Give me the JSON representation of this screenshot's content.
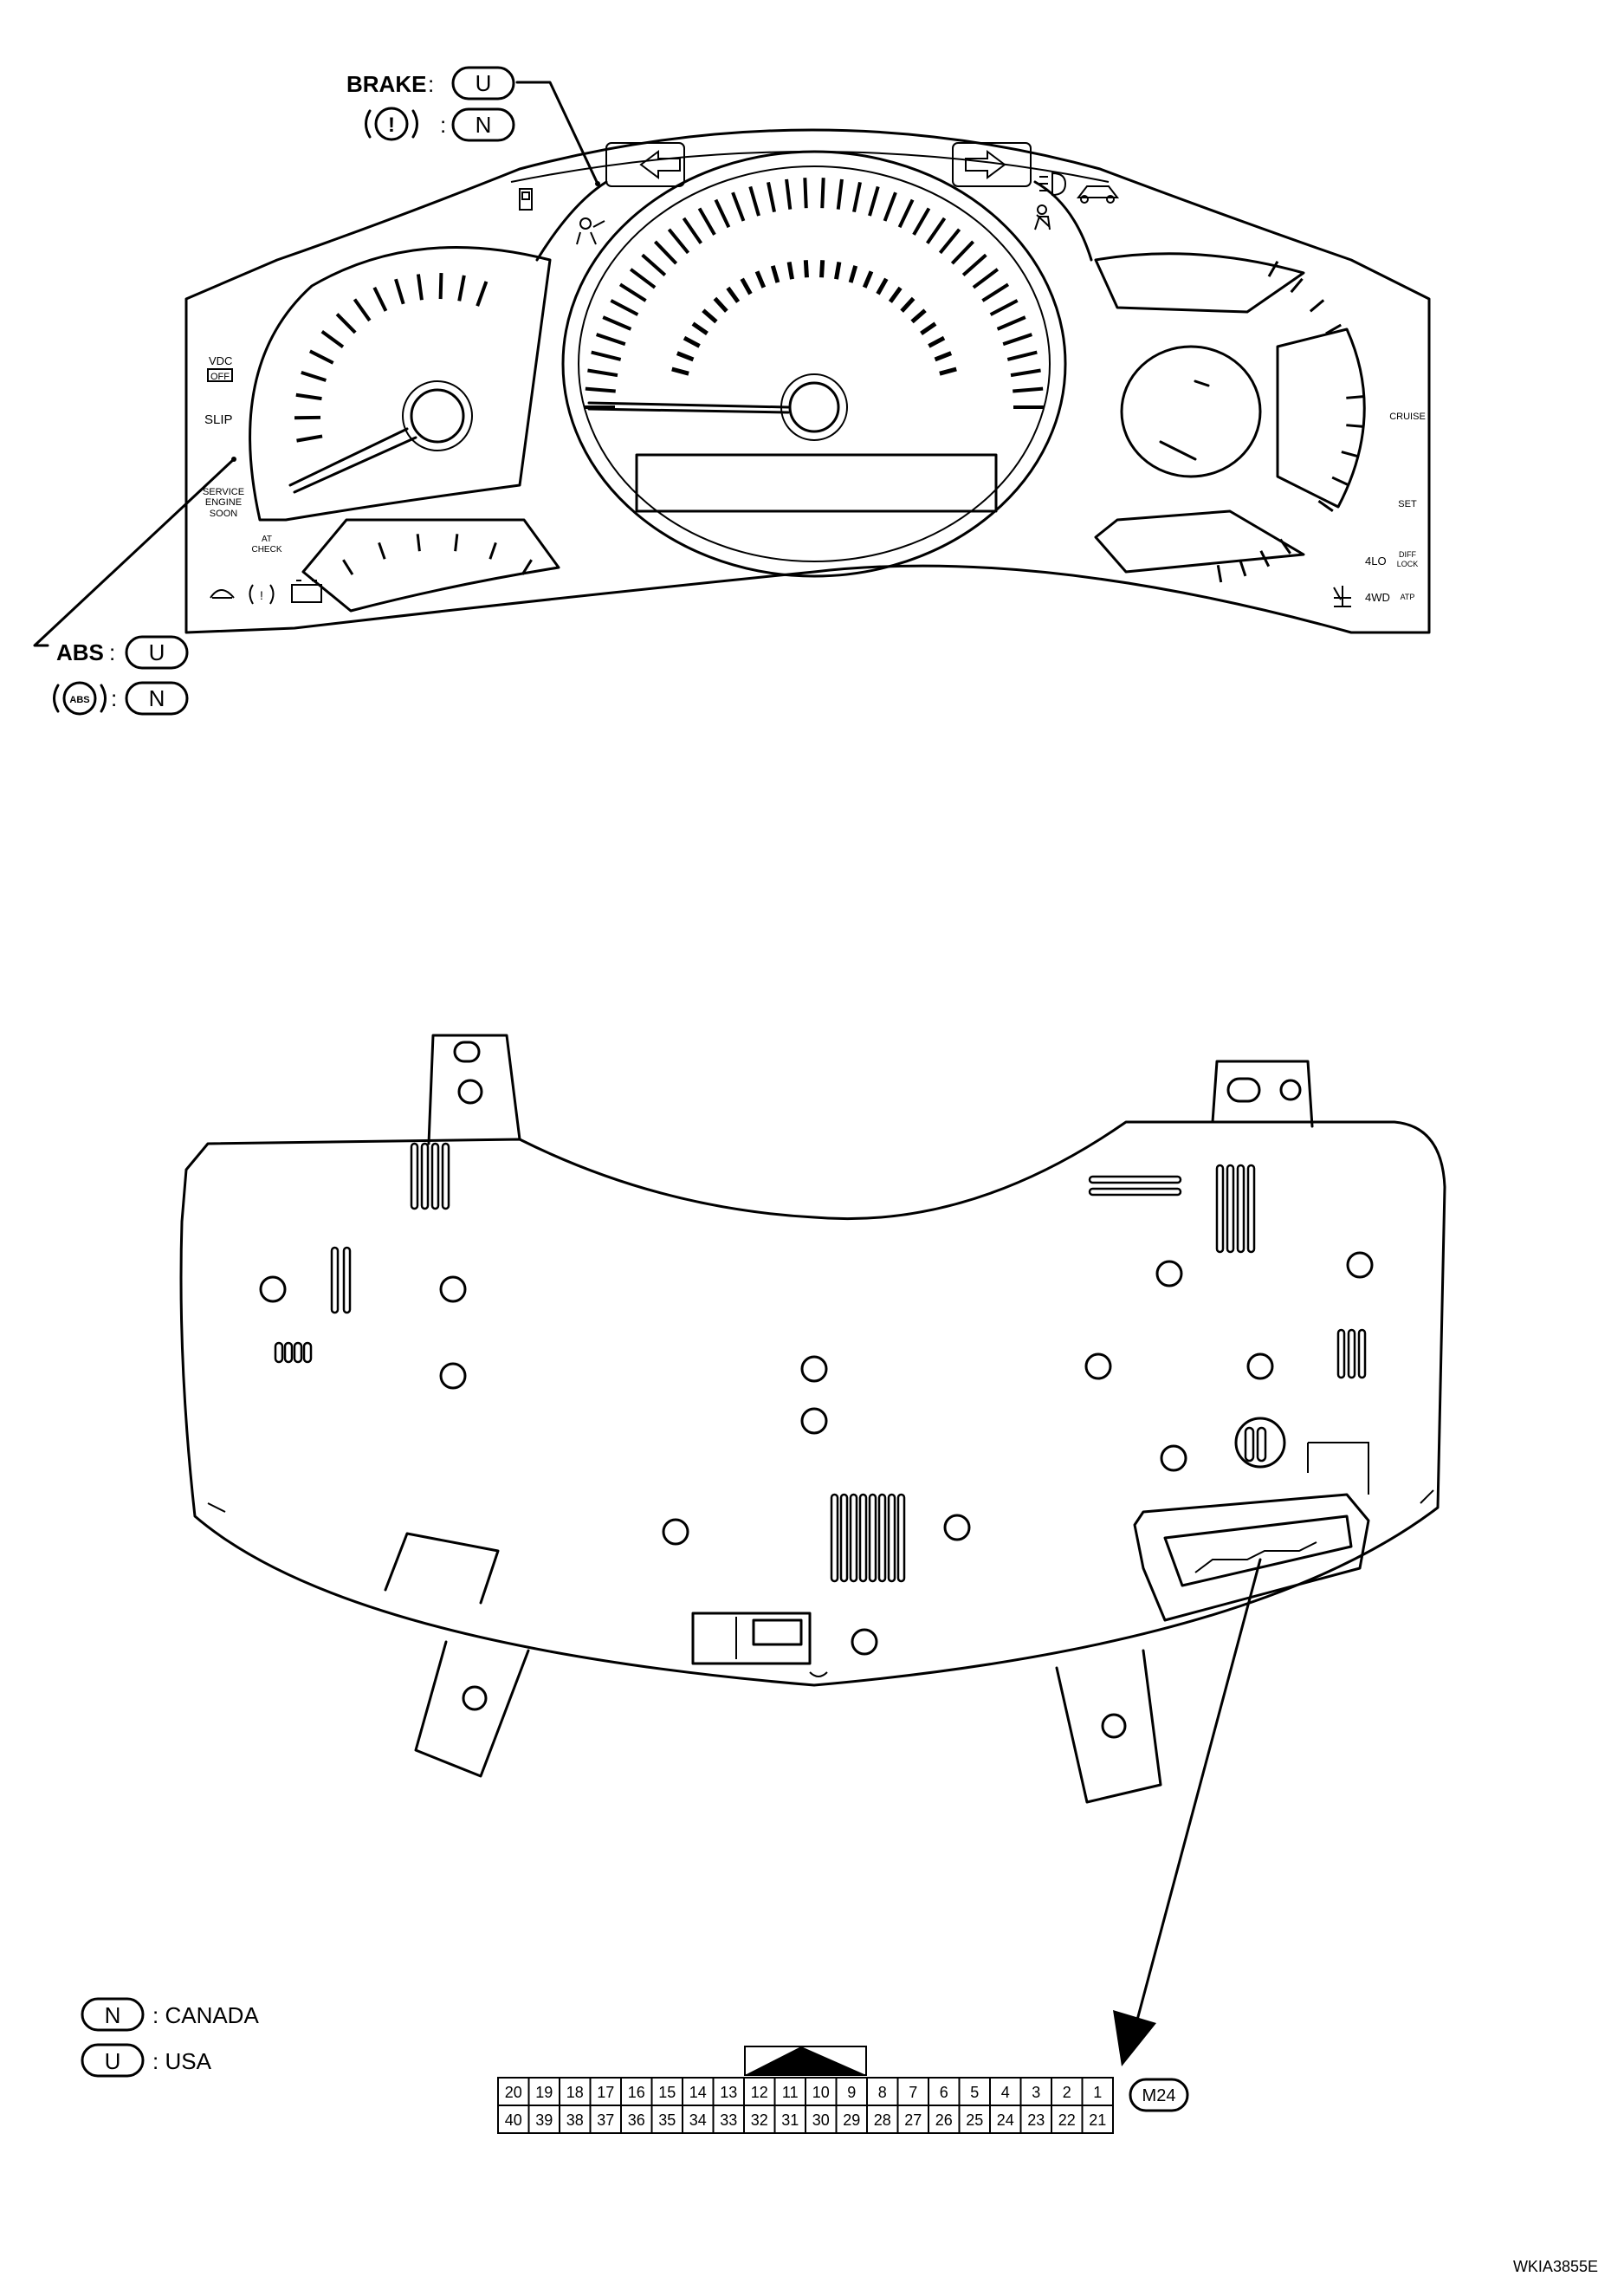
{
  "callouts": {
    "brake_label": "BRAKE",
    "brake_u": "U",
    "brake_n": "N",
    "brake_symbol": "(!)",
    "abs_label": "ABS",
    "abs_u": "U",
    "abs_n": "N",
    "abs_symbol": "ABS",
    "separator": ":"
  },
  "cluster_labels": {
    "vdc": "VDC",
    "off": "OFF",
    "slip": "SLIP",
    "service1": "SERVICE",
    "service2": "ENGINE",
    "service3": "SOON",
    "at1": "AT",
    "at2": "CHECK",
    "cruise": "CRUISE",
    "set": "SET",
    "lo4": "4LO",
    "diff1": "DIFF",
    "diff2": "LOCK",
    "wd4": "4WD",
    "atp": "ATP"
  },
  "connector": {
    "id": "M24",
    "top_row": [
      "20",
      "19",
      "18",
      "17",
      "16",
      "15",
      "14",
      "13",
      "12",
      "11",
      "10",
      "9",
      "8",
      "7",
      "6",
      "5",
      "4",
      "3",
      "2",
      "1"
    ],
    "bottom_row": [
      "40",
      "39",
      "38",
      "37",
      "36",
      "35",
      "34",
      "33",
      "32",
      "31",
      "30",
      "29",
      "28",
      "27",
      "26",
      "25",
      "24",
      "23",
      "22",
      "21"
    ]
  },
  "legend": {
    "n_code": "N",
    "n_text": ": CANADA",
    "u_code": "U",
    "u_text": ": USA"
  },
  "figure_id": "WKIA3855E"
}
